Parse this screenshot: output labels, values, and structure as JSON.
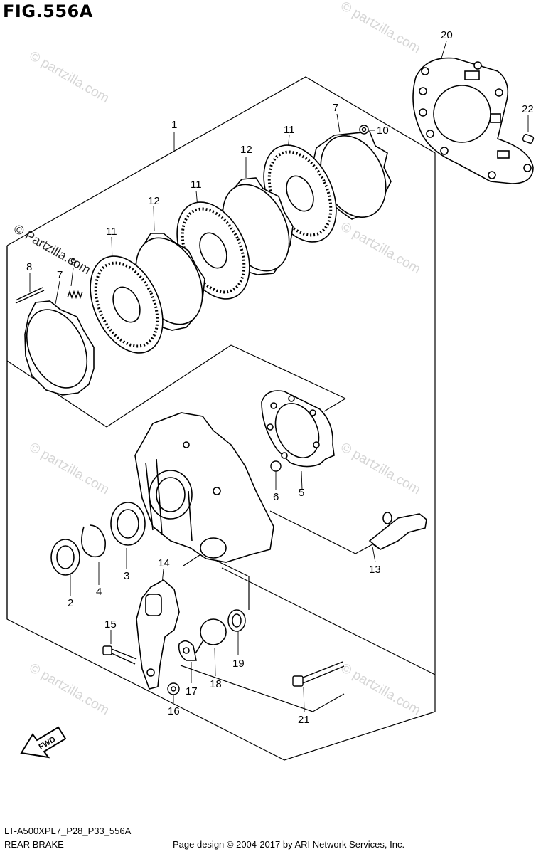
{
  "figure": {
    "title": "FIG.556A",
    "code": "LT-A500XPL7_P28_P33_556A",
    "subtitle": "REAR BRAKE",
    "copyright": "Page design © 2004-2017 by ARI Network Services, Inc."
  },
  "watermark": {
    "text": "© Partzilla.com",
    "text_alt": "© partzilla.com"
  },
  "direction_indicator": {
    "label": "FWD"
  },
  "callouts": {
    "c1": "1",
    "c2": "2",
    "c3": "3",
    "c4": "4",
    "c5": "5",
    "c6": "6",
    "c7": "7",
    "c7b": "7",
    "c8": "8",
    "c9": "9",
    "c10": "10",
    "c11a": "11",
    "c11b": "11",
    "c11c": "11",
    "c12a": "12",
    "c12b": "12",
    "c13": "13",
    "c14": "14",
    "c15": "15",
    "c16": "16",
    "c17": "17",
    "c18": "18",
    "c19": "19",
    "c20": "20",
    "c21": "21",
    "c22": "22"
  }
}
